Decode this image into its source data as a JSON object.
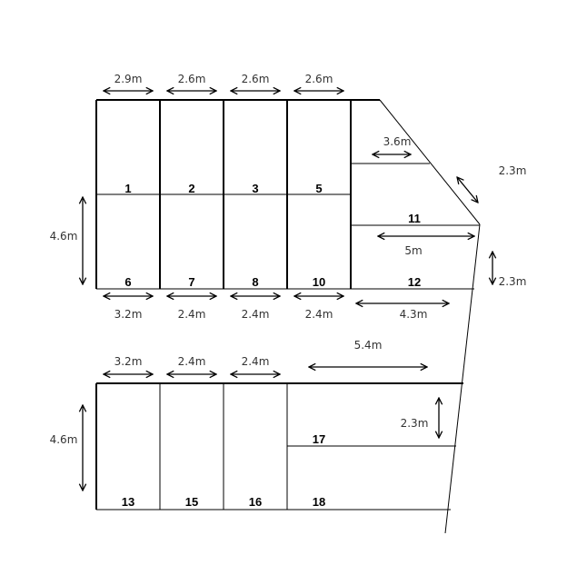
{
  "spaces": [
    {
      "id": "space-1",
      "label": "1"
    },
    {
      "id": "space-2",
      "label": "2"
    },
    {
      "id": "space-3",
      "label": "3"
    },
    {
      "id": "space-5",
      "label": "5"
    },
    {
      "id": "space-6",
      "label": "6"
    },
    {
      "id": "space-7",
      "label": "7"
    },
    {
      "id": "space-8",
      "label": "8"
    },
    {
      "id": "space-10",
      "label": "10"
    },
    {
      "id": "space-11",
      "label": "11"
    },
    {
      "id": "space-12",
      "label": "12"
    },
    {
      "id": "space-13",
      "label": "13"
    },
    {
      "id": "space-15",
      "label": "15"
    },
    {
      "id": "space-16",
      "label": "16"
    },
    {
      "id": "space-17",
      "label": "17"
    },
    {
      "id": "space-18",
      "label": "18"
    }
  ],
  "dimensions": {
    "top_w1": "2.9m",
    "top_w2": "2.6m",
    "top_w3": "2.6m",
    "top_w4": "2.6m",
    "upper_depth": "4.6m",
    "upper_bottom_w1": "3.2m",
    "upper_bottom_w2": "2.4m",
    "upper_bottom_w3": "2.4m",
    "upper_bottom_w4": "2.4m",
    "right_top_w": "3.6m",
    "diag_len": "2.3m",
    "right_mid_w": "5m",
    "right_vert": "2.3m",
    "right_bottom_w": "4.3m",
    "lower_top_w1": "3.2m",
    "lower_top_w2": "2.4m",
    "lower_top_w3": "2.4m",
    "lower_right_w": "5.4m",
    "lower_depth": "4.6m",
    "lower_right_h": "2.3m"
  }
}
